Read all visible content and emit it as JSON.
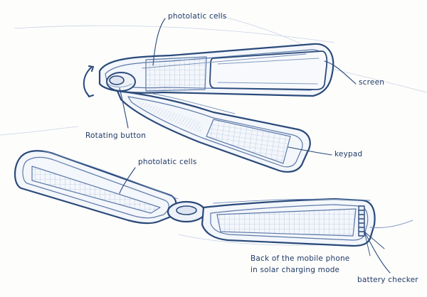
{
  "labels": {
    "photocells_top": "photolatic cells",
    "screen": "screen",
    "rotating_button": "Rotating button",
    "keypad": "keypad",
    "photocells_bottom": "photolatic cells",
    "back_line1": "Back of the mobile phone",
    "back_line2": "in solar charging mode",
    "battery_checker": "battery checker"
  },
  "colors": {
    "ink": "#2a4a7a",
    "ink_light": "#7f9cc4",
    "grid": "#9fb4d3",
    "label": "#1f3a66"
  }
}
